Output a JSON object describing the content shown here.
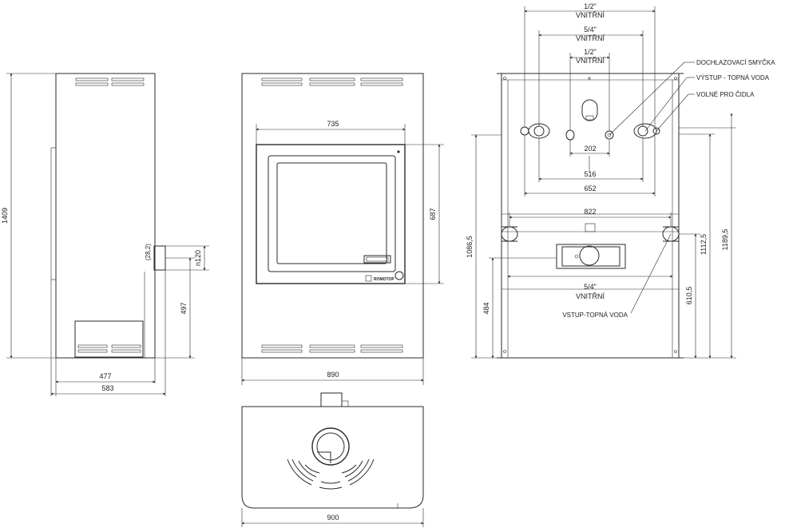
{
  "views": {
    "side": {
      "height": "1409",
      "outlet_height": "497",
      "pipe_size": "n120",
      "pipe_label": "(28,2)",
      "depth_body": "477",
      "depth_total": "583"
    },
    "front": {
      "door_width": "735",
      "door_height": "687",
      "width": "890",
      "brand": "ROMOTOP"
    },
    "back": {
      "dims_top": [
        {
          "size": "1/2\"",
          "unit": "VNITŘNÍ"
        },
        {
          "size": "5/4\"",
          "unit": "VNITŘNÍ"
        },
        {
          "size": "1/2\"",
          "unit": "VNITŘNÍ"
        }
      ],
      "spacing_202": "202",
      "spacing_516": "516",
      "spacing_652": "652",
      "spacing_822": "822",
      "bottom_pipe": {
        "size": "5/4\"",
        "unit": "VNITŘNÍ"
      },
      "heights": {
        "h1086": "1086,5",
        "h484": "484",
        "h1112": "1112,5",
        "h1189": "1189,5",
        "h610": "610,5"
      },
      "callouts": {
        "cooling_loop": "DOCHLAZOVACÍ SMYČKA",
        "outlet_water": "VÝSTUP - TOPNÁ VODA",
        "sensor_free": "VOLNÉ PRO ČIDLA",
        "inlet_water": "VSTUP-TOPNÁ VODA"
      }
    },
    "top": {
      "width": "900"
    }
  }
}
